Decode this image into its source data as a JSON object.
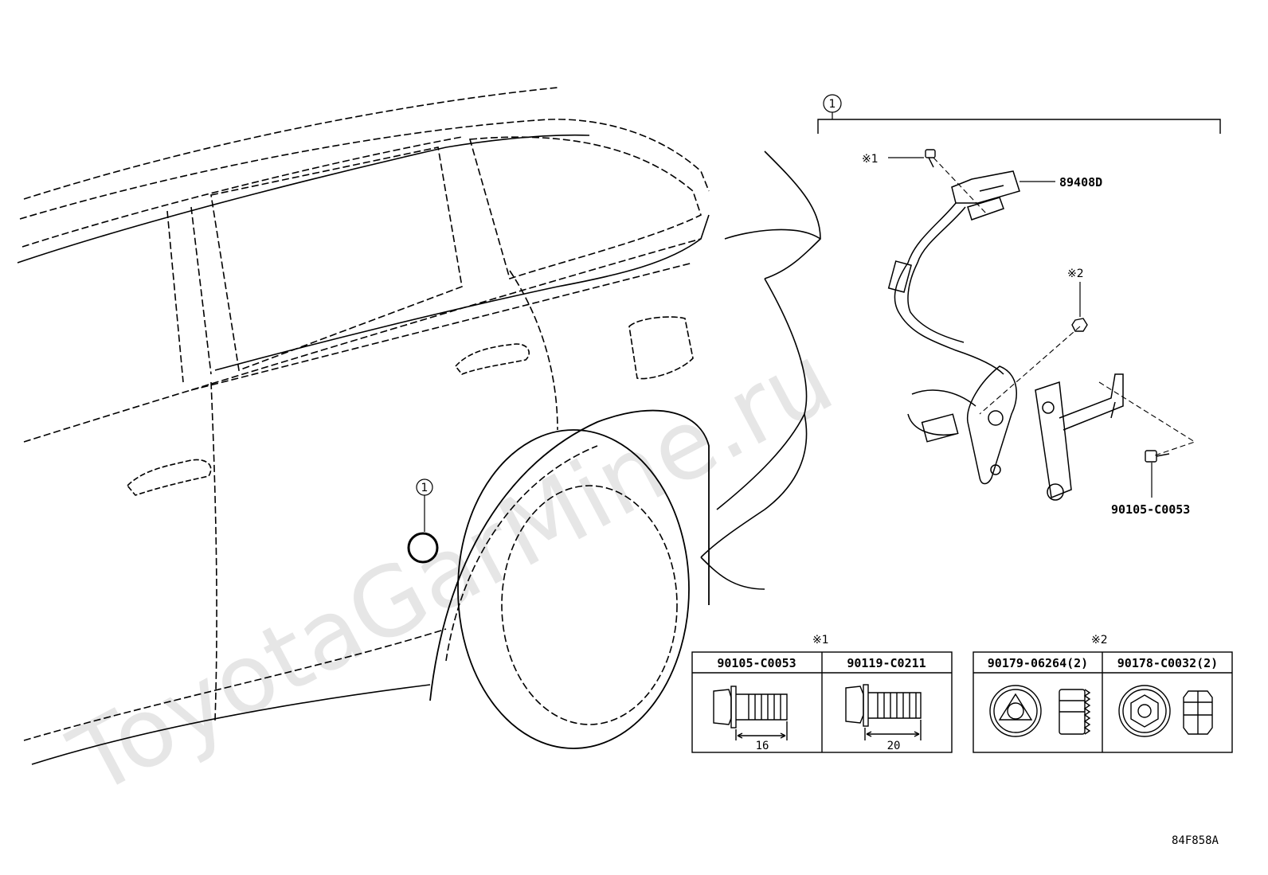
{
  "watermark": "ToyotaGarMine.ru",
  "callouts": {
    "car_ref": "1",
    "assembly_ref": "1",
    "mark1": "※1",
    "mark2": "※2"
  },
  "parts": {
    "sensor": "89408D",
    "bolt_main": "90105-C0053"
  },
  "table1": {
    "mark": "※1",
    "headers": [
      "90105-C0053",
      "90119-C0211"
    ],
    "dims": [
      "16",
      "20"
    ]
  },
  "table2": {
    "mark": "※2",
    "headers": [
      "90179-06264(2)",
      "90178-C0032(2)"
    ]
  },
  "figure_code": "84F858A"
}
